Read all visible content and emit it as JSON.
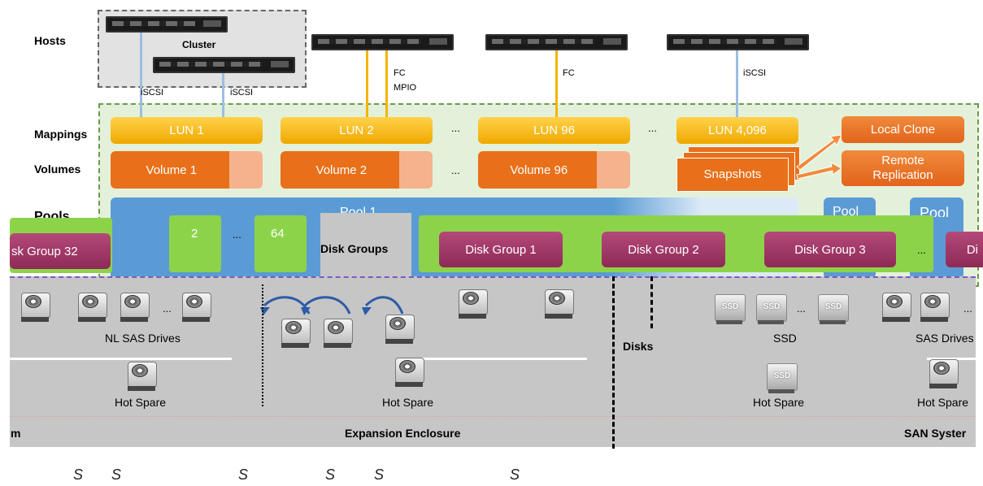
{
  "row_labels": {
    "hosts": "Hosts",
    "mappings": "Mappings",
    "volumes": "Volumes",
    "pools": "Pools"
  },
  "hosts": {
    "cluster_label": "Cluster",
    "link_1": "iSCSI",
    "link_2": "iSCSI",
    "link_3a": "FC",
    "link_3b": "MPIO",
    "link_4": "FC",
    "link_5": "iSCSI"
  },
  "luns": [
    "LUN 1",
    "LUN 2",
    "LUN 96",
    "LUN 4,096"
  ],
  "volumes": [
    "Volume 1",
    "Volume 2",
    "Volume 96"
  ],
  "snapshots_label": "Snapshots",
  "local_clone_label": "Local Clone",
  "remote_replication_label": "Remote Replication",
  "ellipsis": "...",
  "pool_1_label": "Pool 1",
  "pool_2_label": "Pool",
  "pool_3_label": "Pool",
  "disk_groups_label": "Disk Groups",
  "disk_groups": [
    "Disk Group 1",
    "Disk Group 2",
    "Disk Group 3"
  ],
  "disk_group_32": "sk Group 32",
  "disk_group_cut": "Di",
  "small_group_2": "2",
  "small_group_64": "64",
  "drive_labels": {
    "nl_sas": "NL SAS Drives",
    "ssd": "SSD",
    "sas": "SAS Drives",
    "hot_spare_1": "Hot Spare",
    "hot_spare_2": "Hot Spare",
    "hot_spare_3": "Hot Spare",
    "hot_spare_4": "Hot Spare",
    "ssd_icon": "SSD"
  },
  "disks_label": "Disks",
  "enclosures": {
    "left": "m",
    "middle": "Expansion Enclosure",
    "right": "SAN Syster"
  },
  "bottom_s": [
    "S",
    "S",
    "S",
    "S",
    "S",
    "S"
  ],
  "colors": {
    "lun": "#f5b400",
    "volume": "#e8701a",
    "pool": "#5b9bd5",
    "disk_group": "#9e3566",
    "green_group": "#8dd34a",
    "mapping_area": "#e4f1da",
    "enclosure": "#c6c6c6"
  }
}
